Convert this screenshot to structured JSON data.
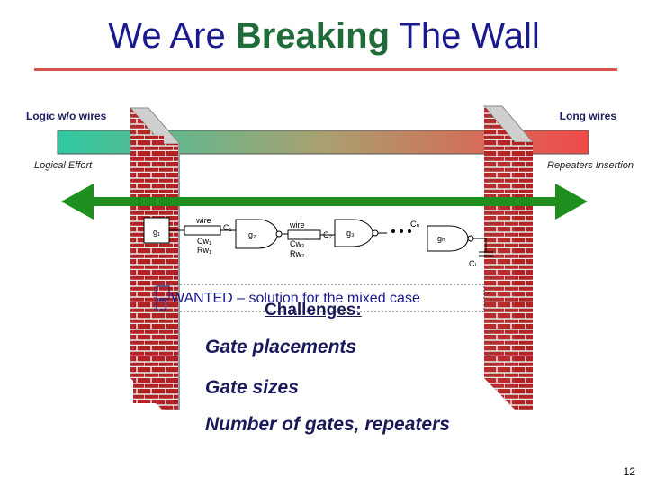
{
  "title": {
    "part1": "We Are ",
    "bold": "Breaking",
    "part2": " The Wall"
  },
  "spectrum": {
    "left_heading": "Logic w/o wires",
    "right_heading": "Long wires",
    "left_sub": "Logical Effort",
    "right_sub": "Repeaters Insertion",
    "gradient_start": "#2ec9a2",
    "gradient_end": "#f04a4a"
  },
  "circuit": {
    "g1": "g₁",
    "g2": "g₂",
    "g3": "g₃",
    "gN": "gₙ",
    "wire1": "wire",
    "wire2": "wire",
    "c1": "C₁",
    "c2": "C₂",
    "cN": "Cₙ",
    "cw1": "Cw₁",
    "rw1": "Rw₁",
    "cw2": "Cw₂",
    "rw2": "Rw₂",
    "cl": "Cₗ"
  },
  "wanted_text": "WANTED – solution for the mixed case",
  "challenges_heading": "Challenges:",
  "challenges": [
    "Gate placements",
    "Gate sizes",
    "Number of gates, repeaters"
  ],
  "page_number": "12",
  "colors": {
    "title": "#1a1a8c",
    "title_bold": "#1f6b3a",
    "arrow": "#1e8f1e",
    "brick": "#b22222",
    "rule": "#d9534f"
  }
}
